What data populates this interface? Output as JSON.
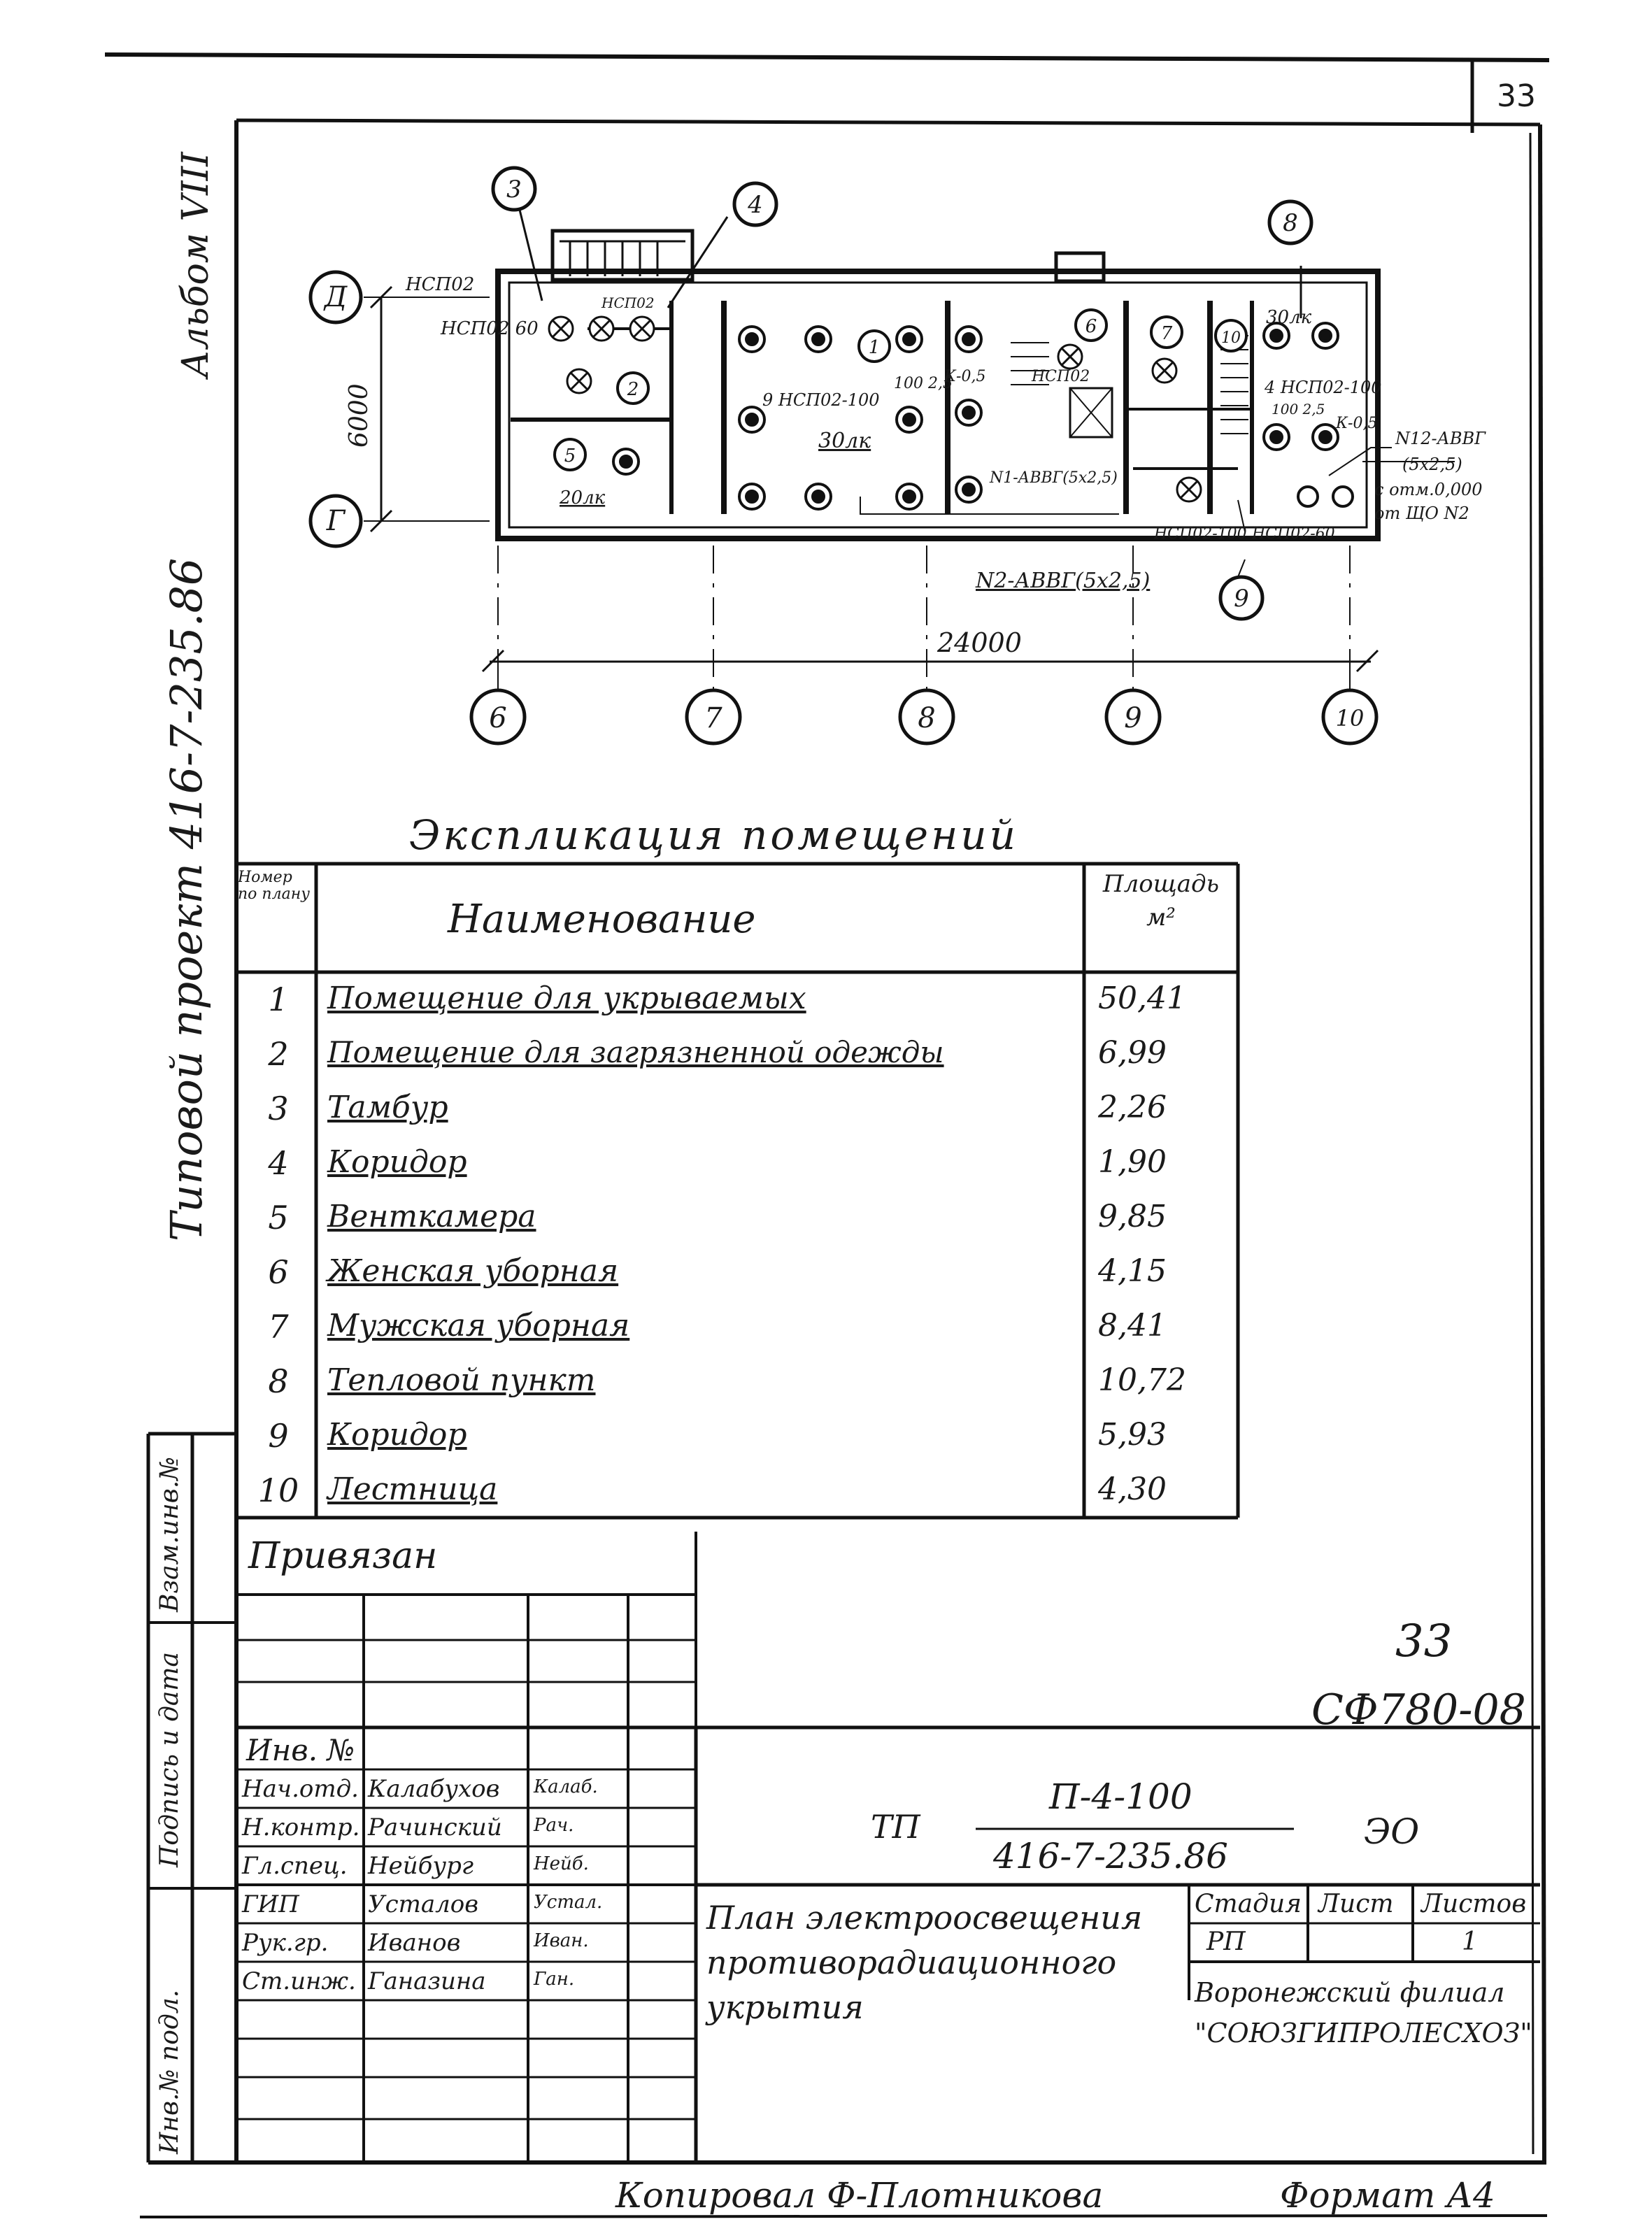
{
  "sheet": {
    "number_top": "33",
    "number_mid": "33",
    "archive_code": "СФ780-08",
    "left_margin_text": "Типовой проект 416-7-235.86",
    "album": "Альбом VIII"
  },
  "plan": {
    "dimension_vertical": "6000",
    "dimension_horizontal": "24000",
    "grid_rows": [
      "Д",
      "Г"
    ],
    "grid_cols": [
      "6",
      "7",
      "8",
      "9",
      "10"
    ],
    "callouts": [
      "3",
      "4",
      "8",
      "9"
    ],
    "room_numbers": [
      "1",
      "2",
      "5",
      "6",
      "7",
      "10"
    ],
    "labels": {
      "ncp02_top": "НСП02",
      "ncp02_60": "НСП02 60",
      "ncp02_small": "НСП02",
      "lamps_main": "9 НСП02-100",
      "ratio_main": "100 2,5",
      "lux_main": "30лк",
      "k05_a": "К-0,5",
      "ncp02_wc": "НСП02",
      "n1_cable": "N1-АВВГ(5x2,5)",
      "lux_20": "20лк",
      "lux_30_right": "30лк",
      "lamps_right": "4 НСП02-100",
      "ratio_right": "100 2,5",
      "k05_b": "К-0,5",
      "cable_out_1": "N12-АВВГ",
      "cable_out_2": "(5x2,5)",
      "cable_out_3": "с отм.0,000",
      "cable_out_4": "от ЩО N2",
      "lamp_100": "НСП02-100",
      "lamp_60": "НСП02-60",
      "n2_cable": "N2-АВВГ(5x2,5)"
    }
  },
  "explication": {
    "title": "Экспликация помещений",
    "headers": {
      "num": "Номер по плану",
      "name": "Наименование",
      "area": "Площадь м²"
    },
    "rows": [
      {
        "num": "1",
        "name": "Помещение для укрываемых",
        "area": "50,41"
      },
      {
        "num": "2",
        "name": "Помещение для загрязненной одежды",
        "area": "6,99"
      },
      {
        "num": "3",
        "name": "Тамбур",
        "area": "2,26"
      },
      {
        "num": "4",
        "name": "Коридор",
        "area": "1,90"
      },
      {
        "num": "5",
        "name": "Венткамера",
        "area": "9,85"
      },
      {
        "num": "6",
        "name": "Женская уборная",
        "area": "4,15"
      },
      {
        "num": "7",
        "name": "Мужская уборная",
        "area": "8,41"
      },
      {
        "num": "8",
        "name": "Тепловой пункт",
        "area": "10,72"
      },
      {
        "num": "9",
        "name": "Коридор",
        "area": "5,93"
      },
      {
        "num": "10",
        "name": "Лестница",
        "area": "4,30"
      }
    ]
  },
  "binding": {
    "label": "Привязан"
  },
  "side_stamp": {
    "c1": "Инв.№ подл.",
    "c2": "Подпись и дата",
    "c3": "Взам.инв.№"
  },
  "title_block": {
    "inv_no": "Инв. №",
    "signatures": [
      {
        "role": "Нач.отд.",
        "name": "Калабухов",
        "sign": "Калаб."
      },
      {
        "role": "Н.контр.",
        "name": "Рачинский",
        "sign": "Рач."
      },
      {
        "role": "Гл.спец.",
        "name": "Нейбург",
        "sign": "Нейб."
      },
      {
        "role": "ГИП",
        "name": "Усталов",
        "sign": "Устал."
      },
      {
        "role": "Рук.гр.",
        "name": "Иванов",
        "sign": "Иван."
      },
      {
        "role": "Ст.инж.",
        "name": "Ганазина",
        "sign": "Ган."
      }
    ],
    "tp": "ТП",
    "code_top": "П-4-100",
    "code_bottom": "416-7-235.86",
    "mark": "ЭО",
    "drawing_title": "План электроосвещения противорадиационного укрытия",
    "stage_label": "Стадия",
    "sheet_label": "Лист",
    "sheets_label": "Листов",
    "stage_value": "РП",
    "sheet_value": "",
    "sheets_value": "1",
    "organization": "Воронежский филиал \"СОЮЗГИПРОЛЕСХОЗ\""
  },
  "footer": {
    "copied": "Копировал Ф-Плотникова",
    "format": "Формат А4"
  }
}
